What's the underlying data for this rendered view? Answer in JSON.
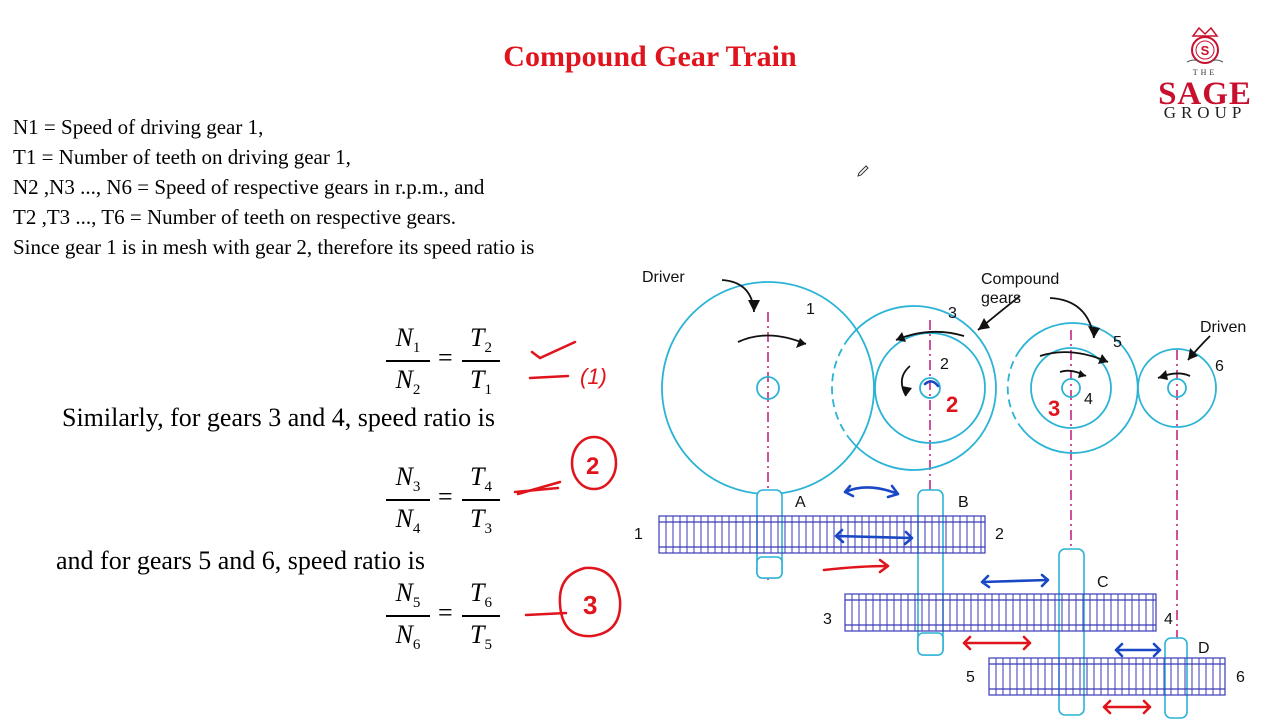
{
  "title": "Compound Gear Train",
  "definitions": [
    "N1 = Speed of driving gear 1,",
    "T1 = Number of teeth on driving gear 1,",
    "N2 ,N3 ..., N6 = Speed of respective gears in r.p.m., and",
    "T2 ,T3 ..., T6 = Number of teeth on respective gears.",
    "Since gear 1 is in mesh with gear 2, therefore its speed ratio is"
  ],
  "logo": {
    "the": "THE",
    "sage": "SAGE",
    "group": "GROUP"
  },
  "statements": {
    "s34": "Similarly, for gears 3 and 4, speed ratio is",
    "s56": "and for gears 5 and 6, speed ratio is"
  },
  "equations": [
    {
      "lhs_num": "N",
      "lhs_num_sub": "1",
      "lhs_den": "N",
      "lhs_den_sub": "2",
      "rhs_num": "T",
      "rhs_num_sub": "2",
      "rhs_den": "T",
      "rhs_den_sub": "1",
      "eq": "="
    },
    {
      "lhs_num": "N",
      "lhs_num_sub": "3",
      "lhs_den": "N",
      "lhs_den_sub": "4",
      "rhs_num": "T",
      "rhs_num_sub": "4",
      "rhs_den": "T",
      "rhs_den_sub": "3",
      "eq": "="
    },
    {
      "lhs_num": "N",
      "lhs_num_sub": "5",
      "lhs_den": "N",
      "lhs_den_sub": "6",
      "rhs_num": "T",
      "rhs_num_sub": "6",
      "rhs_den": "T",
      "rhs_den_sub": "5",
      "eq": "="
    }
  ],
  "annotations": {
    "a1": "(1)",
    "a2": "2",
    "a3": "3",
    "g2": "2",
    "g4": "3"
  },
  "diagram": {
    "driver": "Driver",
    "compound_1": "Compound",
    "compound_2": "gears",
    "driven": "Driven",
    "gear_numbers_top": [
      "1",
      "3",
      "2",
      "5",
      "4",
      "6"
    ],
    "shaft_labels": [
      "A",
      "B",
      "C",
      "D"
    ],
    "gear_numbers_side": [
      "1",
      "2",
      "3",
      "4",
      "5",
      "6"
    ]
  },
  "colors": {
    "title": "#e0141c",
    "gear": "#2bb3d6",
    "centerline": "#c2187a",
    "ink_red": "#e0141c",
    "ink_blue": "#1a47c4",
    "rack": "#3a3ab8"
  }
}
